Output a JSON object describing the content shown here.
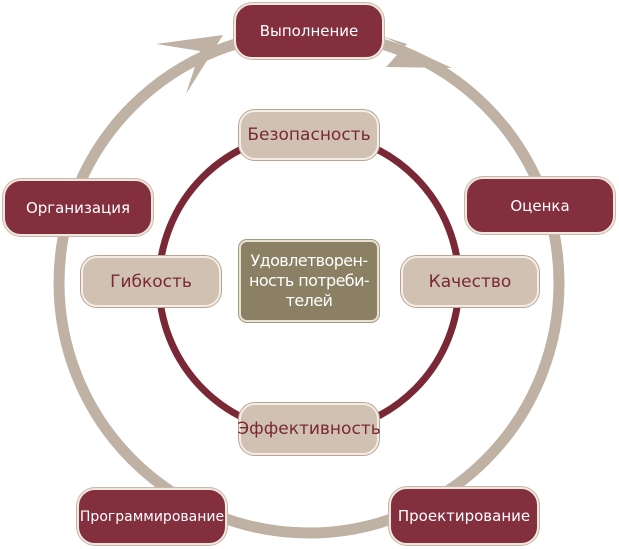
{
  "colors": {
    "outer_ring": "#bfb2a4",
    "inner_ring": "#7a2836",
    "outer_box": "#842f3e",
    "inner_box": "#d0c1b2",
    "inner_text": "#7a2836",
    "center_box": "#8b7f64"
  },
  "center": {
    "line1": "Удовлетворен-",
    "line2": "ность потреби-",
    "line3": "телей"
  },
  "outer_cycle": [
    {
      "key": "execution",
      "label": "Выполнение"
    },
    {
      "key": "evaluation",
      "label": "Оценка"
    },
    {
      "key": "design",
      "label": "Проектирование"
    },
    {
      "key": "programming",
      "label": "Программирование"
    },
    {
      "key": "organization",
      "label": "Организация"
    }
  ],
  "inner_ring": [
    {
      "key": "security",
      "label": "Безопасность"
    },
    {
      "key": "quality",
      "label": "Качество"
    },
    {
      "key": "efficiency",
      "label": "Эффективность"
    },
    {
      "key": "flexibility",
      "label": "Гибкость"
    }
  ],
  "arrows": {
    "direction": "clockwise",
    "icon": "arrow-head-icon"
  }
}
